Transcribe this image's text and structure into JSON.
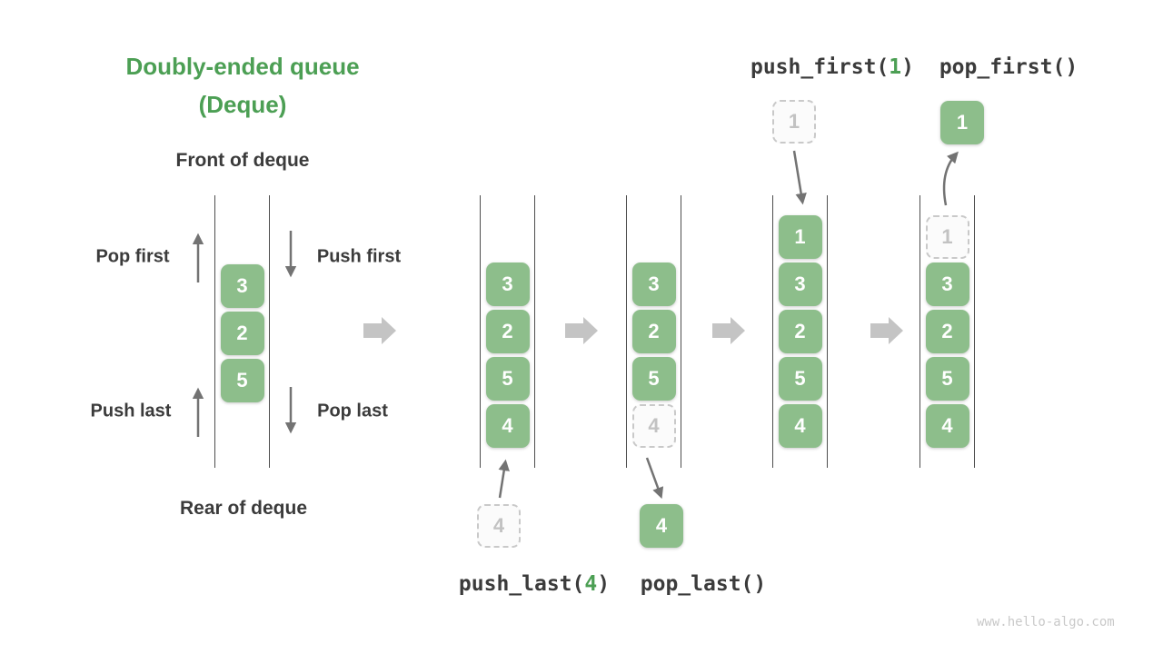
{
  "title": {
    "line1": "Doubly-ended queue",
    "line2": "(Deque)"
  },
  "labels": {
    "front_of_deque": "Front of deque",
    "rear_of_deque": "Rear of deque",
    "pop_first": "Pop first",
    "push_first": "Push first",
    "push_last": "Push last",
    "pop_last": "Pop last"
  },
  "operations": {
    "push_last": {
      "prefix": "push_last(",
      "arg": "4",
      "suffix": ")"
    },
    "pop_last": {
      "prefix": "pop_last(",
      "arg": "",
      "suffix": ")"
    },
    "push_first": {
      "prefix": "push_first(",
      "arg": "1",
      "suffix": ")"
    },
    "pop_first": {
      "prefix": "pop_first(",
      "arg": "",
      "suffix": ")"
    }
  },
  "queues": [
    {
      "name": "deque-initial",
      "items": [
        {
          "v": "3"
        },
        {
          "v": "2"
        },
        {
          "v": "5"
        }
      ]
    },
    {
      "name": "deque-after-push-last",
      "items": [
        {
          "v": "3"
        },
        {
          "v": "2"
        },
        {
          "v": "5"
        },
        {
          "v": "4"
        }
      ]
    },
    {
      "name": "deque-after-pop-last",
      "items": [
        {
          "v": "3"
        },
        {
          "v": "2"
        },
        {
          "v": "5"
        },
        {
          "v": "4",
          "ghost": true
        }
      ]
    },
    {
      "name": "deque-after-push-first",
      "items": [
        {
          "v": "1"
        },
        {
          "v": "3"
        },
        {
          "v": "2"
        },
        {
          "v": "5"
        },
        {
          "v": "4"
        }
      ]
    },
    {
      "name": "deque-after-pop-first",
      "items": [
        {
          "v": "1",
          "ghost": true
        },
        {
          "v": "3"
        },
        {
          "v": "2"
        },
        {
          "v": "5"
        },
        {
          "v": "4"
        }
      ]
    }
  ],
  "floating_items": {
    "push_last_operand": {
      "value": "4",
      "ghost": true
    },
    "pop_last_result": {
      "value": "4",
      "ghost": false
    },
    "push_first_operand": {
      "value": "1",
      "ghost": true
    },
    "pop_first_result": {
      "value": "1",
      "ghost": false
    }
  },
  "watermark": "www.hello-algo.com",
  "colors": {
    "accent-green": "#4C9F54",
    "box-green": "#8DBE8B",
    "box-text": "#FFFFFF",
    "ghost-border": "#C9C9C9",
    "ghost-text": "#C2C2C2",
    "ghost-fill": "#FBFBFB",
    "label-text": "#3B3B3B",
    "arrow-gray": "#737373",
    "transition-arrow": "#C4C4C4",
    "channel-line": "#4E4E4E",
    "watermark-gray": "#C9C9C9"
  }
}
